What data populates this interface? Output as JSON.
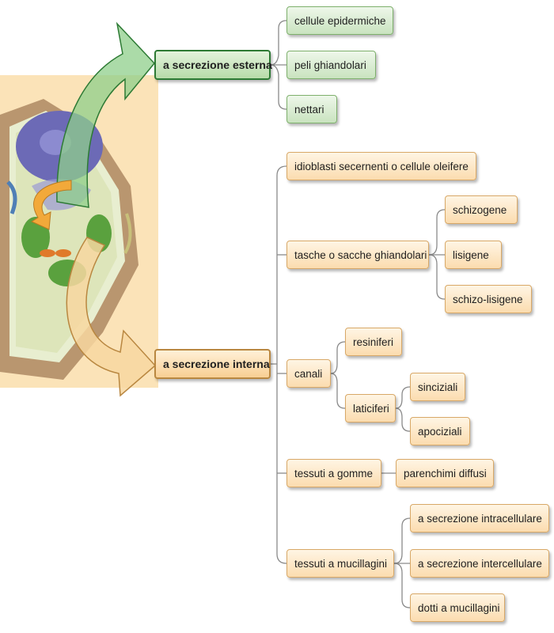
{
  "diagram": {
    "external": {
      "label": "a secrezione esterna",
      "children": [
        "cellule epidermiche",
        "peli ghiandolari",
        "nettari"
      ]
    },
    "internal": {
      "label": "a secrezione interna",
      "idioblasti": "idioblasti secernenti o cellule oleifere",
      "tasche": {
        "label": "tasche o sacche ghiandolari",
        "children": [
          "schizogene",
          "lisigene",
          "schizo-lisigene"
        ]
      },
      "canali": {
        "label": "canali",
        "resiniferi": "resiniferi",
        "laticiferi": {
          "label": "laticiferi",
          "children": [
            "sinciziali",
            "apociziali"
          ]
        }
      },
      "gomme": {
        "label": "tessuti a gomme",
        "child": "parenchimi diffusi"
      },
      "mucillagini": {
        "label": "tessuti a mucillagini",
        "children": [
          "a secrezione intracellulare",
          "a secrezione intercellulare",
          "dotti a mucillagini"
        ]
      }
    }
  },
  "colors": {
    "external_accent": "#2d7a34",
    "internal_accent": "#b98740",
    "cell_background": "#fbe3b8",
    "nucleus": "#6c6ab6",
    "chloroplast": "#5aa13e"
  }
}
